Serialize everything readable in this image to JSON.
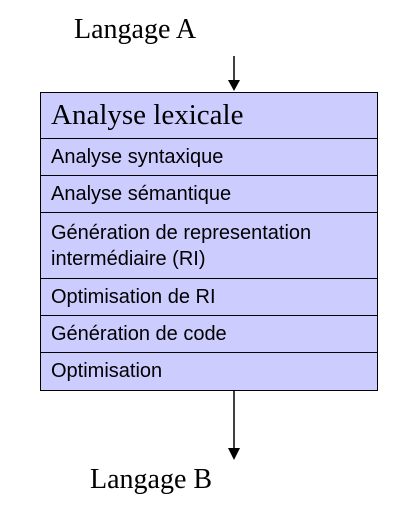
{
  "input_label": "Langage A",
  "output_label": "Langage B",
  "phases": [
    "Analyse lexicale",
    "Analyse syntaxique",
    "Analyse sémantique",
    "Génération de representation\nintermédiaire (RI)",
    "Optimisation de RI",
    "Génération de code",
    "Optimisation"
  ],
  "colors": {
    "box_fill": "#ccccff",
    "stroke": "#000000"
  }
}
